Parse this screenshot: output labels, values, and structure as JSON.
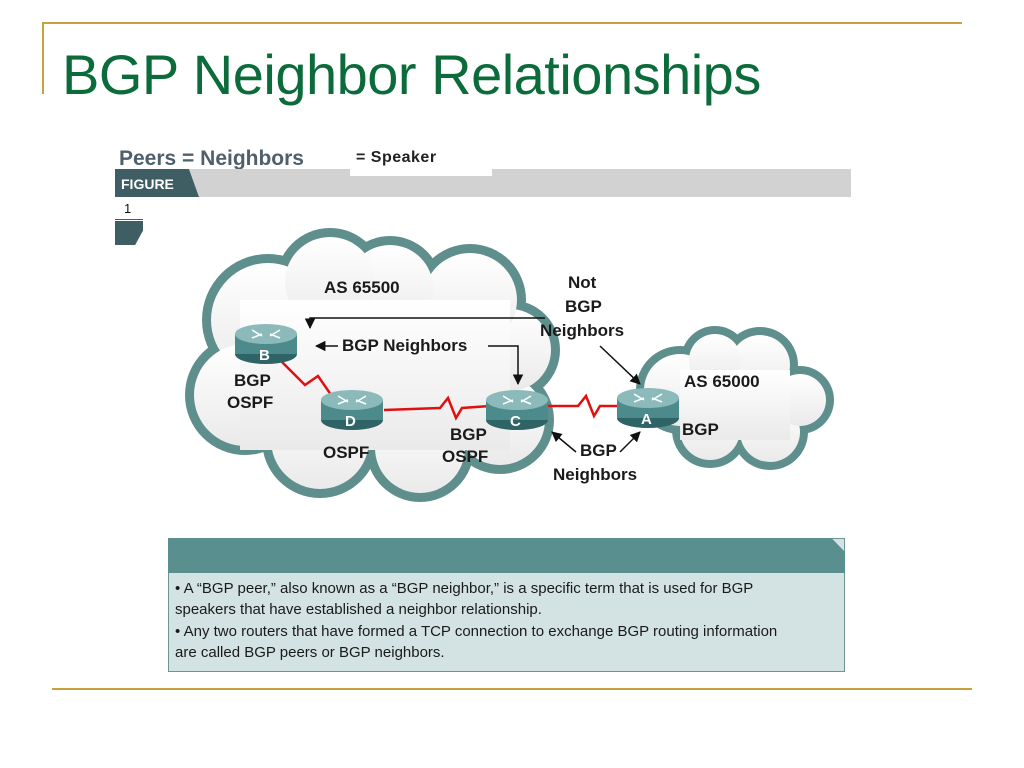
{
  "slide": {
    "title": "BGP Neighbor Relationships"
  },
  "figure": {
    "title": "Peers = Neighbors",
    "speaker_note": "= Speaker",
    "tab_label": "FIGURE",
    "number": "1"
  },
  "diagram": {
    "as_left": {
      "label": "AS 65500"
    },
    "as_right": {
      "label": "AS 65000"
    },
    "routers": [
      {
        "id": "B",
        "protocols": [
          "BGP",
          "OSPF"
        ]
      },
      {
        "id": "D",
        "protocols": [
          "OSPF"
        ]
      },
      {
        "id": "C",
        "protocols": [
          "BGP",
          "OSPF"
        ]
      },
      {
        "id": "A",
        "protocols": [
          "BGP"
        ]
      }
    ],
    "annotations": {
      "not_bgp_neighbors": [
        "Not",
        "BGP",
        "Neighbors"
      ],
      "bgp_neighbors_top": "BGP Neighbors",
      "bgp_neighbors_bottom": [
        "BGP",
        "Neighbors"
      ]
    },
    "colors": {
      "cloud_stroke": "#5f8f8c",
      "router": "#4d8a8c",
      "link": "#e01010"
    }
  },
  "notes": {
    "lines": [
      "• A “BGP peer,” also known as a “BGP neighbor,” is a specific term that is used for BGP",
      "speakers that have established a neighbor relationship.",
      "• Any two routers that have formed a TCP connection to exchange BGP routing information",
      "are called BGP peers or BGP neighbors."
    ]
  }
}
